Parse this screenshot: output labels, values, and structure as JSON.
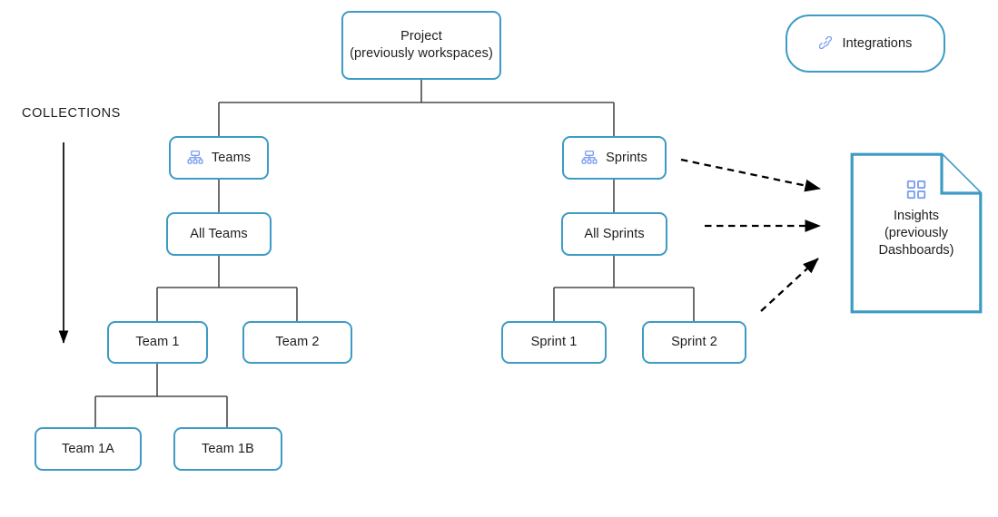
{
  "diagram": {
    "annotation": {
      "collections_label": "COLLECTIONS",
      "arrow_icon": "down-arrow-icon"
    },
    "nodes": {
      "project": {
        "label": "Project\n(previously workspaces)",
        "icon": null
      },
      "integrations": {
        "label": "Integrations",
        "icon": "integrations-link-icon"
      },
      "teams": {
        "label": "Teams",
        "icon": "hierarchy-icon"
      },
      "sprints": {
        "label": "Sprints",
        "icon": "hierarchy-icon"
      },
      "all_teams": {
        "label": "All Teams",
        "icon": null
      },
      "all_sprints": {
        "label": "All Sprints",
        "icon": null
      },
      "team_1": {
        "label": "Team 1",
        "icon": null
      },
      "team_2": {
        "label": "Team 2",
        "icon": null
      },
      "sprint_1": {
        "label": "Sprint 1",
        "icon": null
      },
      "sprint_2": {
        "label": "Sprint 2",
        "icon": null
      },
      "team_1a": {
        "label": "Team 1A",
        "icon": null
      },
      "team_1b": {
        "label": "Team 1B",
        "icon": null
      },
      "insights": {
        "label": "Insights\n(previously\nDashboards)",
        "icon": "grid-dashboard-icon",
        "shape": "document-folded-corner"
      }
    },
    "connections": [
      {
        "from": "project",
        "to": "teams",
        "style": "solid"
      },
      {
        "from": "project",
        "to": "sprints",
        "style": "solid"
      },
      {
        "from": "teams",
        "to": "all_teams",
        "style": "solid"
      },
      {
        "from": "all_teams",
        "to": "team_1",
        "style": "solid"
      },
      {
        "from": "all_teams",
        "to": "team_2",
        "style": "solid"
      },
      {
        "from": "team_1",
        "to": "team_1a",
        "style": "solid"
      },
      {
        "from": "team_1",
        "to": "team_1b",
        "style": "solid"
      },
      {
        "from": "sprints",
        "to": "all_sprints",
        "style": "solid"
      },
      {
        "from": "all_sprints",
        "to": "sprint_1",
        "style": "solid"
      },
      {
        "from": "all_sprints",
        "to": "sprint_2",
        "style": "solid"
      },
      {
        "from": "sprints",
        "to": "insights",
        "style": "dashed-arrow"
      },
      {
        "from": "all_sprints",
        "to": "insights",
        "style": "dashed-arrow"
      },
      {
        "from": "sprint_2",
        "to": "insights",
        "style": "dashed-arrow"
      }
    ],
    "colors": {
      "node_border": "#3d9bc4",
      "connector_line": "#4a4a4a",
      "icon_blue": "#7b9ff0",
      "text": "#1d1d1d",
      "background": "#ffffff",
      "arrow_black": "#000000"
    }
  }
}
